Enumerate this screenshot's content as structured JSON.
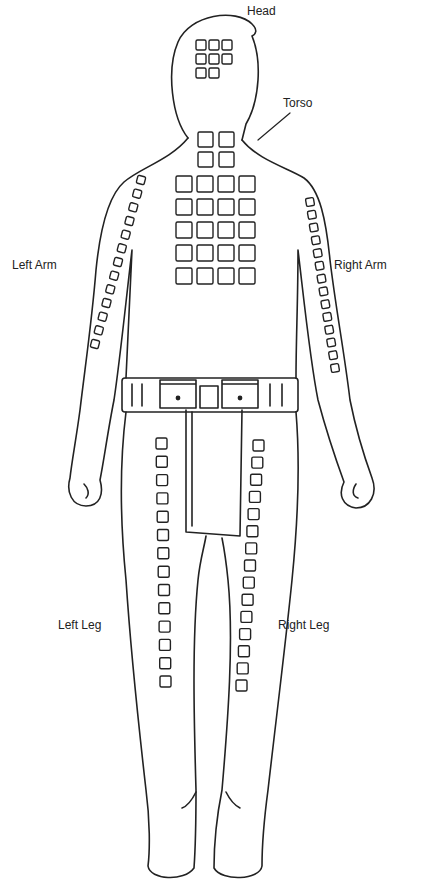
{
  "diagram": {
    "labels": [
      "Head",
      "Torso",
      "Left Arm",
      "Right Arm",
      "Left Leg",
      "Right Leg"
    ]
  }
}
